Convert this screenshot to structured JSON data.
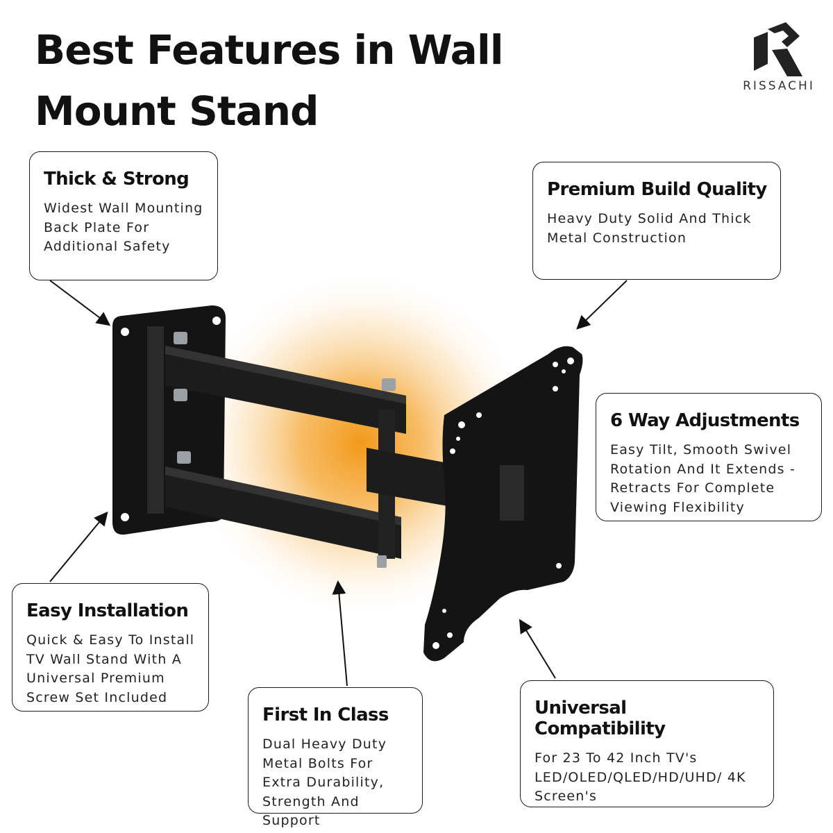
{
  "title": "Best Features in Wall Mount Stand",
  "brand": {
    "name": "RISSACHI",
    "logo_icon": "r-monogram-icon"
  },
  "features": [
    {
      "id": "thick",
      "title": "Thick & Strong",
      "text": "Widest Wall Mounting Back Plate For Additional Safety"
    },
    {
      "id": "premium",
      "title": "Premium Build Quality",
      "text": "Heavy Duty Solid And Thick Metal Construction"
    },
    {
      "id": "adjust",
      "title": "6 Way Adjustments",
      "text": "Easy Tilt, Smooth Swivel Rotation And It Extends - Retracts For Complete Viewing Flexibility"
    },
    {
      "id": "install",
      "title": "Easy Installation",
      "text": "Quick & Easy To Install TV Wall Stand With A Universal Premium Screw Set Included"
    },
    {
      "id": "firstclass",
      "title": "First In Class",
      "text": "Dual Heavy Duty Metal Bolts For Extra Durability, Strength And Support"
    },
    {
      "id": "compat",
      "title": "Universal Compatibility",
      "text": "For 23 To 42 Inch TV's LED/OLED/QLED/HD/UHD/ 4K Screen's"
    }
  ],
  "colors": {
    "glow": "#f5a623",
    "metal": "#141414",
    "border": "#1a1a1a"
  },
  "icons": [
    "wall-mount-bracket-icon",
    "arrow-icon"
  ]
}
